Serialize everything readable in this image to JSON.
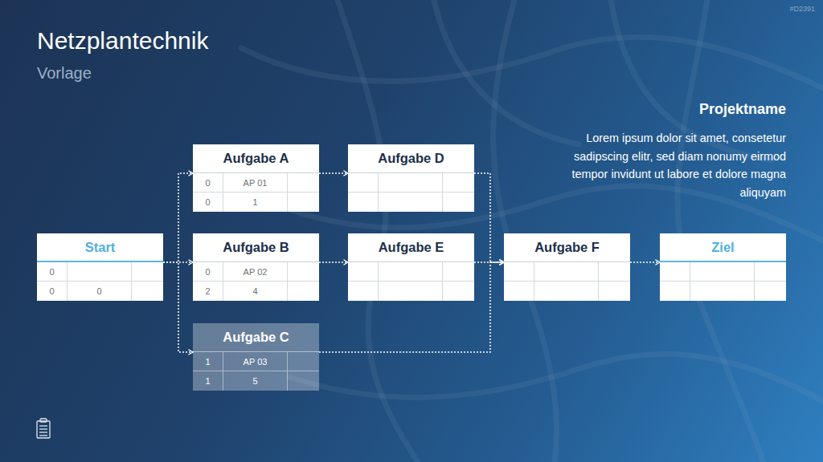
{
  "diagram": {
    "title": "Netzplantechnik",
    "nodes": [
      {
        "text": [
          "Start",
          "0",
          "0",
          "0"
        ]
      },
      {
        "text": [
          "Aufgabe A",
          "0",
          "AP 01",
          "0",
          "1"
        ]
      },
      {
        "text": [
          "Aufgabe B",
          "0",
          "AP 02",
          "2",
          "4"
        ]
      },
      {
        "text": [
          "Aufgabe C",
          "1",
          "AP 03",
          "1",
          "5"
        ]
      },
      {
        "text": [
          "Aufgabe D"
        ]
      },
      {
        "text": [
          "Aufgabe E"
        ]
      },
      {
        "text": [
          "Aufgabe F"
        ]
      },
      {
        "text": [
          "Ziel"
        ]
      }
    ],
    "edges": [
      {
        "from": 0,
        "to": 1,
        "arrow": "to"
      },
      {
        "from": 0,
        "to": 2,
        "arrow": "to"
      },
      {
        "from": 0,
        "to": 3,
        "arrow": "to"
      },
      {
        "from": 1,
        "to": 4,
        "arrow": "to"
      },
      {
        "from": 2,
        "to": 5,
        "arrow": "to"
      },
      {
        "from": 4,
        "to": 6,
        "arrow": "to"
      },
      {
        "from": 5,
        "to": 6,
        "arrow": "to"
      },
      {
        "from": 3,
        "to": 6,
        "arrow": "to"
      },
      {
        "from": 6,
        "to": 7,
        "arrow": "to"
      }
    ],
    "labels": [
      "Vorlage",
      "#D2391",
      "Projektname",
      "Lorem ipsum dolor sit amet, consetetur sadipscing elitr, sed diam nonumy eirmod tempor invidunt ut labore et dolore magna aliquyam"
    ]
  }
}
